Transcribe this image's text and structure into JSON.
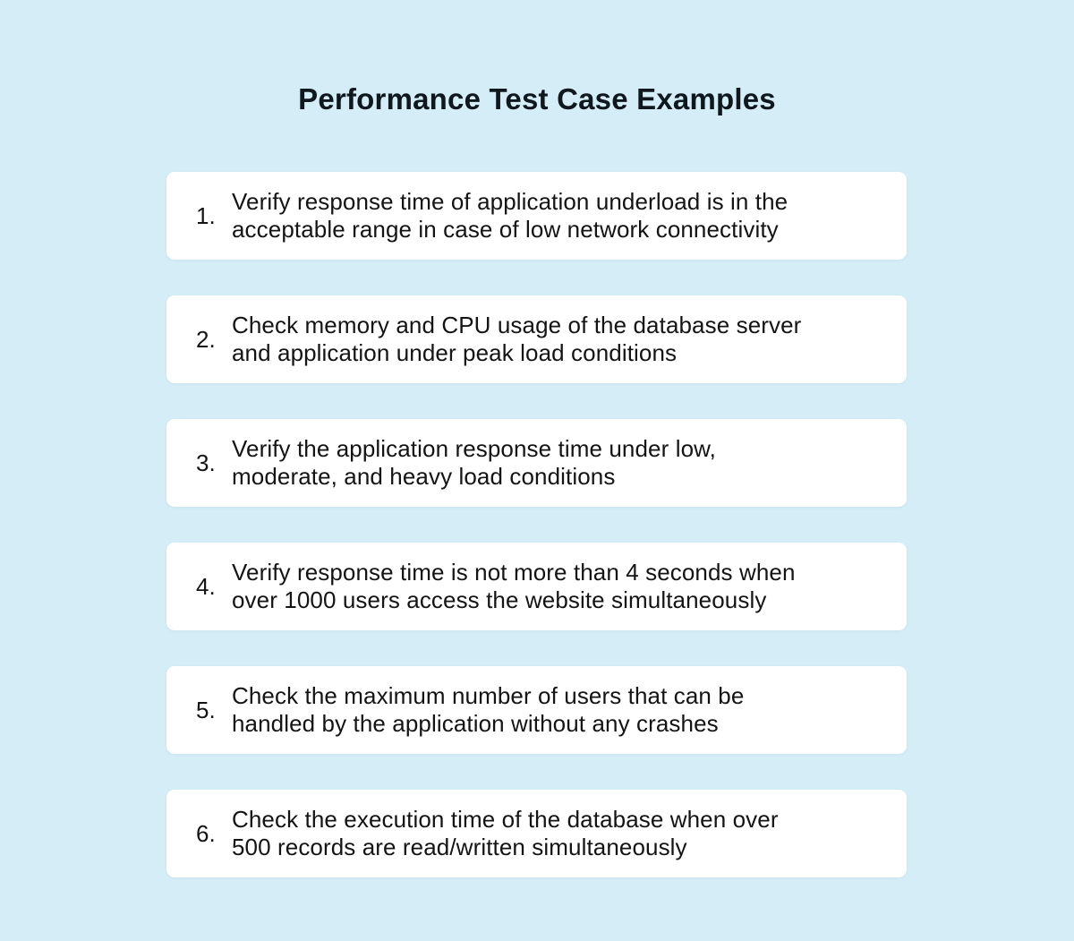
{
  "title": "Performance Test Case Examples",
  "cards": [
    {
      "number": "1.",
      "lines": [
        "Verify response time of application underload is in the",
        "acceptable range in case of low network connectivity"
      ]
    },
    {
      "number": "2.",
      "lines": [
        "Check memory and CPU usage of the database server",
        "and application under peak load conditions"
      ]
    },
    {
      "number": "3.",
      "lines": [
        "Verify the application response time under low,",
        "moderate, and heavy load conditions"
      ]
    },
    {
      "number": "4.",
      "lines": [
        "Verify response time is not more than 4 seconds when",
        "over 1000 users access the website simultaneously"
      ]
    },
    {
      "number": "5.",
      "lines": [
        "Check the maximum number of users that can be",
        "handled by the application without any crashes"
      ]
    },
    {
      "number": "6.",
      "lines": [
        "Check the execution time of the database when over",
        "500 records are read/written simultaneously"
      ]
    }
  ],
  "colors": {
    "background": "#d5edf6",
    "card_background": "#ffffff",
    "text": "#141414",
    "title": "#10181f"
  }
}
